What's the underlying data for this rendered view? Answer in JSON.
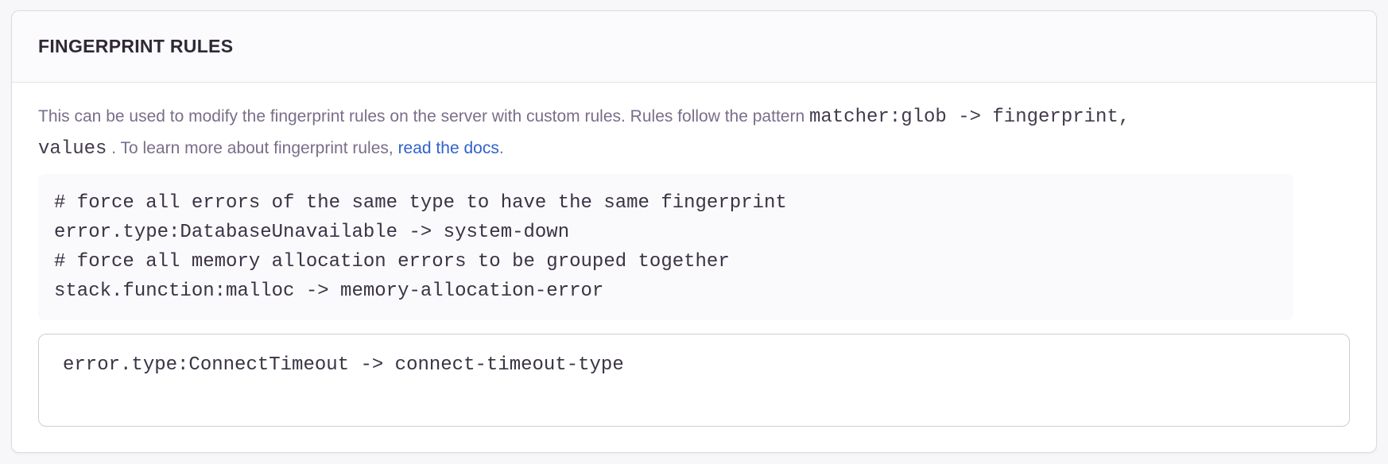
{
  "panel": {
    "title": "FINGERPRINT RULES",
    "help": {
      "line1_text": "This can be used to modify the fingerprint rules on the server with custom rules. Rules follow the pattern ",
      "line1_code": "matcher:glob -> fingerprint,",
      "line2_code": "values",
      "line2_text": " . To learn more about fingerprint rules, ",
      "link_label": "read the docs",
      "after_link": "."
    },
    "example_code": "# force all errors of the same type to have the same fingerprint\nerror.type:DatabaseUnavailable -> system-down\n# force all memory allocation errors to be grouped together\nstack.function:malloc -> memory-allocation-error",
    "input": {
      "value": "error.type:ConnectTimeout -> connect-timeout-type"
    }
  },
  "colors": {
    "page_background": "#f7f7fa",
    "panel_background": "#ffffff",
    "panel_border": "#dcd8e2",
    "header_background": "#fbfafc",
    "title_text": "#2f2936",
    "help_text": "#7a6e8a",
    "code_text": "#3a3344",
    "link": "#2f62cc",
    "example_background": "#faf9fb",
    "input_border": "#d0cad9"
  }
}
